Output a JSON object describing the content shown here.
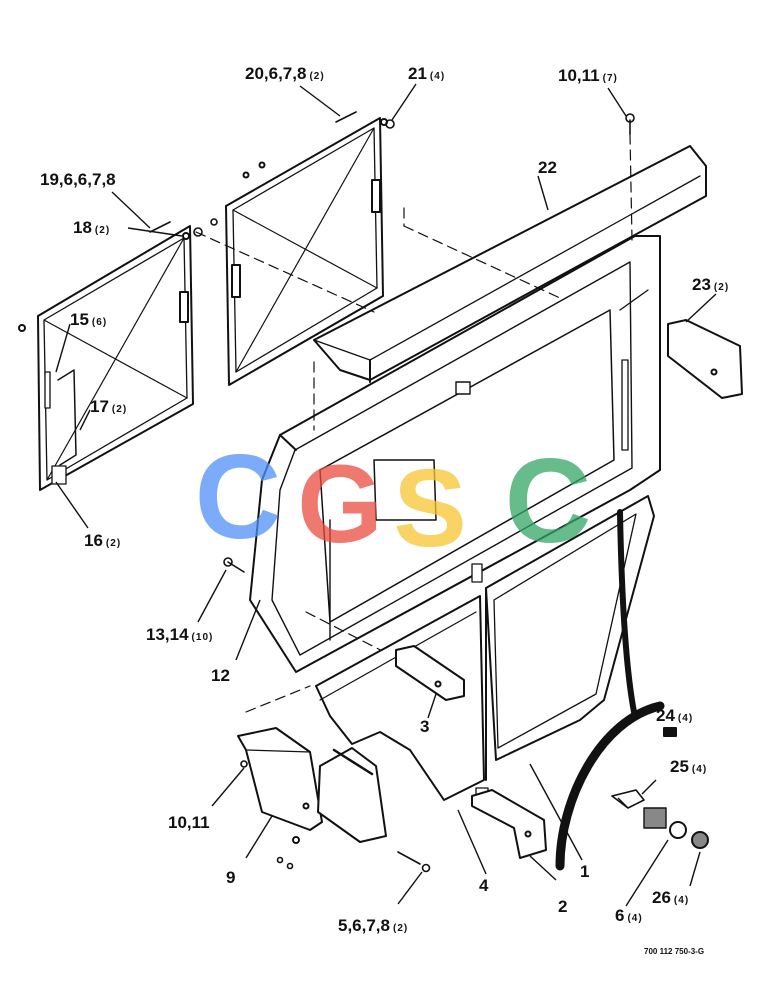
{
  "watermark": {
    "letters": [
      "C",
      "G",
      "S",
      "C"
    ],
    "colors": [
      "#4f8ff7",
      "#ea4b3f",
      "#f7c531",
      "#33a865"
    ]
  },
  "callouts": [
    {
      "id": "c20",
      "text": "20,6,7,8",
      "qty": "(2)"
    },
    {
      "id": "c21",
      "text": "21",
      "qty": "(4)"
    },
    {
      "id": "c10a",
      "text": "10,11",
      "qty": "(7)"
    },
    {
      "id": "c19",
      "text": "19,6,6,7,8",
      "qty": ""
    },
    {
      "id": "c22",
      "text": "22",
      "qty": ""
    },
    {
      "id": "c18",
      "text": "18",
      "qty": "(2)"
    },
    {
      "id": "c23",
      "text": "23",
      "qty": "(2)"
    },
    {
      "id": "c15",
      "text": "15",
      "qty": "(6)"
    },
    {
      "id": "c17",
      "text": "17",
      "qty": "(2)"
    },
    {
      "id": "c16",
      "text": "16",
      "qty": "(2)"
    },
    {
      "id": "c13",
      "text": "13,14",
      "qty": "(10)"
    },
    {
      "id": "c12",
      "text": "12",
      "qty": ""
    },
    {
      "id": "c3",
      "text": "3",
      "qty": ""
    },
    {
      "id": "c24",
      "text": "24",
      "qty": "(4)"
    },
    {
      "id": "c25",
      "text": "25",
      "qty": "(4)"
    },
    {
      "id": "c10b",
      "text": "10,11",
      "qty": ""
    },
    {
      "id": "c1",
      "text": "1",
      "qty": ""
    },
    {
      "id": "c9",
      "text": "9",
      "qty": ""
    },
    {
      "id": "c4",
      "text": "4",
      "qty": ""
    },
    {
      "id": "c2",
      "text": "2",
      "qty": ""
    },
    {
      "id": "c26",
      "text": "26",
      "qty": "(4)"
    },
    {
      "id": "c6",
      "text": "6",
      "qty": "(4)"
    },
    {
      "id": "c5",
      "text": "5,6,7,8",
      "qty": "(2)"
    }
  ],
  "drawing_number": "700 112 750-3-G"
}
